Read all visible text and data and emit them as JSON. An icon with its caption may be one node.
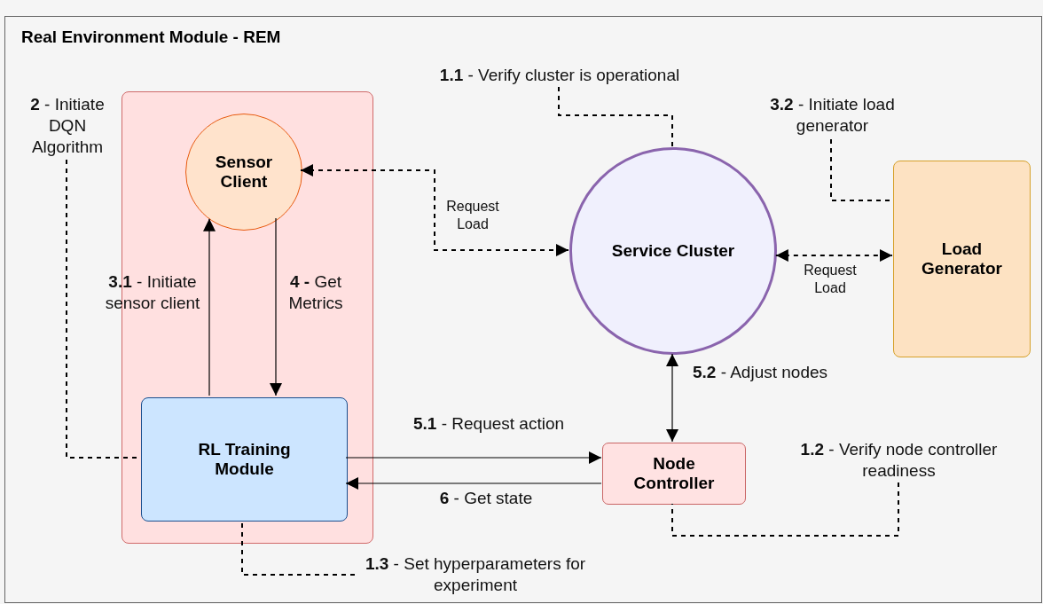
{
  "diagram": {
    "nodes": [
      {
        "text": [
          "Real Environment Module - REM"
        ]
      },
      {
        "text": [],
        "shape": "box",
        "in": 0
      },
      {
        "text": [
          "Sensor Client"
        ],
        "in": 1
      },
      {
        "text": [
          "RL Training Module"
        ],
        "in": 1
      },
      {
        "text": [
          "Service Cluster"
        ],
        "in": 0
      },
      {
        "text": [
          "Load Generator"
        ],
        "in": 0
      },
      {
        "text": [
          "Node Controller"
        ],
        "in": 0
      },
      {
        "text": [
          "**2** - Initiate DQN Algorithm"
        ],
        "in": 0
      },
      {
        "text": [
          "**1.1** - Verify cluster is operational"
        ],
        "in": 0
      },
      {
        "text": [
          "**3.2** - Initiate load generator"
        ],
        "in": 0
      },
      {
        "text": [
          "**1.2** - Verify node controller readiness"
        ],
        "in": 0
      },
      {
        "text": [
          "**1.3** - Set hyperparameters for experiment"
        ],
        "in": 0
      }
    ],
    "edges": [
      {
        "from": 3,
        "to": 2,
        "arrow": "to",
        "label": "**3.1** - Initiate sensor client"
      },
      {
        "from": 2,
        "to": 3,
        "arrow": "to",
        "label": "**4 -** Get Metrics"
      },
      {
        "from": 2,
        "to": 4,
        "arrow": "both",
        "style": "dashed",
        "label": "Request Load"
      },
      {
        "from": 4,
        "to": 5,
        "arrow": "both",
        "style": "dashed",
        "label": "Request Load"
      },
      {
        "from": 4,
        "to": 6,
        "arrow": "both",
        "label": "**5.2** - Adjust nodes"
      },
      {
        "from": 3,
        "to": 6,
        "arrow": "to",
        "label": "**5.1** - Request action"
      },
      {
        "from": 6,
        "to": 3,
        "arrow": "to",
        "label": "**6** - Get state"
      },
      {
        "from": 7,
        "to": 3,
        "arrow": "none",
        "style": "dashed"
      },
      {
        "from": 8,
        "to": 4,
        "arrow": "none",
        "style": "dashed"
      },
      {
        "from": 9,
        "to": 5,
        "arrow": "none",
        "style": "dashed"
      },
      {
        "from": 10,
        "to": 6,
        "arrow": "none",
        "style": "dashed"
      },
      {
        "from": 11,
        "to": 3,
        "arrow": "none",
        "style": "dashed"
      }
    ]
  }
}
